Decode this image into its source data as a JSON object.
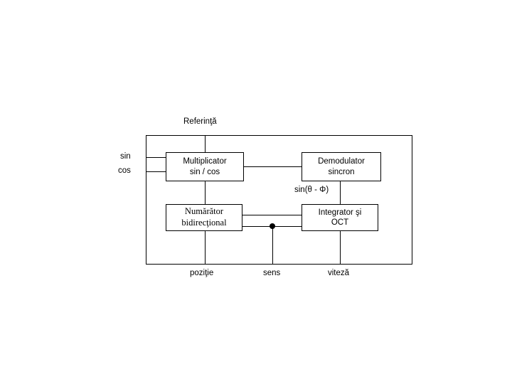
{
  "diagram": {
    "title_label": "Referinţă",
    "blocks": [
      {
        "name": "multiplicator",
        "line1": "Multiplicator",
        "line2": "sin / cos"
      },
      {
        "name": "demodulator",
        "line1": "Demodulator",
        "line2": "sincron"
      },
      {
        "name": "numarator",
        "line1": "Numărător",
        "line2": "bidirecţional"
      },
      {
        "name": "integrator",
        "line1": "Integrator şi",
        "line2": "OCT"
      }
    ],
    "input_labels": [
      {
        "name": "sin",
        "text": "sin"
      },
      {
        "name": "cos",
        "text": "cos"
      }
    ],
    "signal_labels": [
      {
        "name": "sin-theta-phi",
        "text": "sin(θ - Φ)"
      }
    ],
    "output_labels": [
      {
        "name": "pozitie",
        "text": "poziţie"
      },
      {
        "name": "sens",
        "text": "sens"
      },
      {
        "name": "viteza",
        "text": "viteză"
      }
    ],
    "colors": {
      "stroke": "#000000",
      "background": "#ffffff",
      "text": "#000000"
    }
  }
}
